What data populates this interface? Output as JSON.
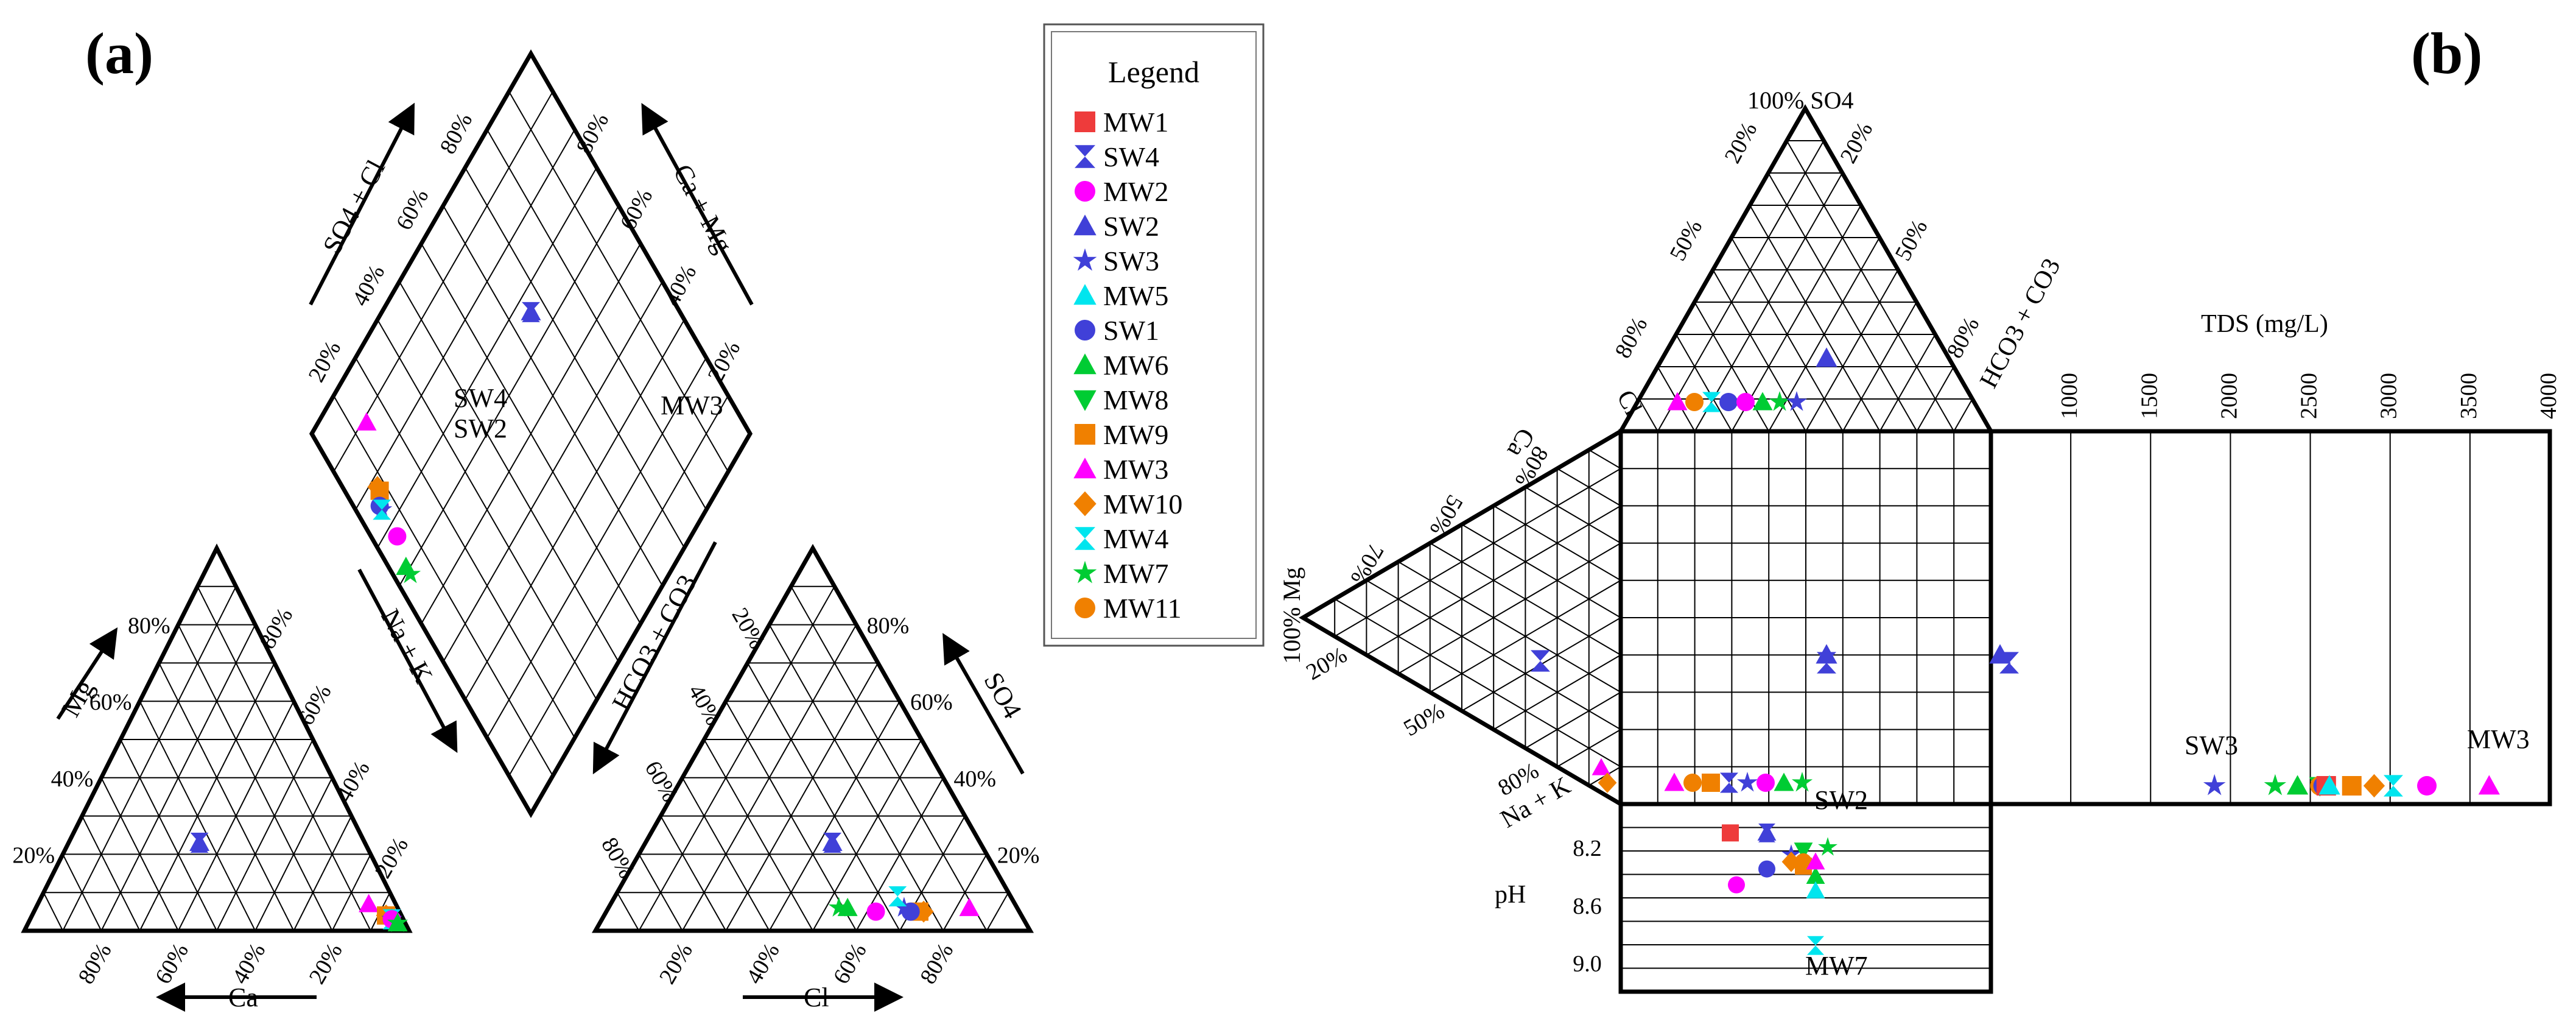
{
  "panels": {
    "a": "(a)",
    "b": "(b)"
  },
  "legend": {
    "title": "Legend",
    "items": [
      {
        "name": "MW1",
        "color": "#ee3b3b",
        "marker": "square"
      },
      {
        "name": "SW4",
        "color": "#4040d8",
        "marker": "hourglass"
      },
      {
        "name": "MW2",
        "color": "#ff00ff",
        "marker": "circle"
      },
      {
        "name": "SW2",
        "color": "#4040d8",
        "marker": "triangle-up"
      },
      {
        "name": "SW3",
        "color": "#4040d8",
        "marker": "star"
      },
      {
        "name": "MW5",
        "color": "#00e5ee",
        "marker": "triangle-up"
      },
      {
        "name": "SW1",
        "color": "#4040d8",
        "marker": "circle"
      },
      {
        "name": "MW6",
        "color": "#00cc33",
        "marker": "triangle-up"
      },
      {
        "name": "MW8",
        "color": "#00cc33",
        "marker": "triangle-down"
      },
      {
        "name": "MW9",
        "color": "#f08000",
        "marker": "square"
      },
      {
        "name": "MW3",
        "color": "#ff00ff",
        "marker": "triangle-up"
      },
      {
        "name": "MW10",
        "color": "#f08000",
        "marker": "diamond"
      },
      {
        "name": "MW4",
        "color": "#00e5ee",
        "marker": "hourglass"
      },
      {
        "name": "MW7",
        "color": "#00cc33",
        "marker": "star"
      },
      {
        "name": "MW11",
        "color": "#f08000",
        "marker": "circle"
      }
    ]
  },
  "labels": {
    "a_mg": "Mg",
    "a_ca": "Ca",
    "a_cl": "Cl",
    "a_so4": "SO4",
    "a_nak": "Na + K",
    "a_hco3": "HCO3 + CO3",
    "a_so4cl": "SO4 + Cl",
    "a_camg": "Ca + Mg",
    "b_so4top": "100% SO4",
    "b_cl": "Cl",
    "b_hco3": "HCO3 + CO3",
    "b_ca": "Ca",
    "b_mg": "100% Mg",
    "b_nak": "Na + K",
    "b_tds": "TDS (mg/L)",
    "b_ph": "pH"
  },
  "pct": {
    "p20": "20%",
    "p40": "40%",
    "p50": "50%",
    "p60": "60%",
    "p70": "70%",
    "p80": "80%"
  },
  "annotations": {
    "a_sw4": "SW4",
    "a_sw2": "SW2",
    "a_mw3": "MW3",
    "b_sw2": "SW2",
    "b_mw7": "MW7",
    "b_sw3": "SW3",
    "b_mw3": "MW3"
  },
  "chart_data": [
    {
      "type": "scatter",
      "title": "",
      "subtype": "piper-diagram",
      "cation_axes": [
        "Mg",
        "Ca",
        "Na + K"
      ],
      "anion_axes": [
        "SO4",
        "Cl",
        "HCO3 + CO3"
      ],
      "tick_labels": [
        "20%",
        "40%",
        "60%",
        "80%"
      ],
      "series": [
        {
          "name": "SW4",
          "cation_pct": {
            "Ca": 43,
            "Mg": 23,
            "NaK": 34
          },
          "anion_pct": {
            "Cl": 43,
            "SO4": 23,
            "HCO3": 34
          }
        },
        {
          "name": "SW2",
          "cation_pct": {
            "Ca": 43,
            "Mg": 23,
            "NaK": 34
          },
          "anion_pct": {
            "Cl": 43,
            "SO4": 23,
            "HCO3": 34
          }
        },
        {
          "name": "MW3",
          "cation_pct": {
            "Ca": 7,
            "Mg": 7,
            "NaK": 86
          },
          "anion_pct": {
            "Cl": 83,
            "SO4": 6,
            "HCO3": 11
          }
        },
        {
          "name": "MW10",
          "cation_pct": {
            "Ca": 4,
            "Mg": 4,
            "NaK": 92
          },
          "anion_pct": {
            "Cl": 73,
            "SO4": 5,
            "HCO3": 22
          }
        },
        {
          "name": "MW9",
          "cation_pct": {
            "Ca": 4,
            "Mg": 4,
            "NaK": 92
          },
          "anion_pct": {
            "Cl": 72,
            "SO4": 5,
            "HCO3": 23
          }
        },
        {
          "name": "SW3",
          "cation_pct": {
            "Ca": 3,
            "Mg": 3,
            "NaK": 94
          },
          "anion_pct": {
            "Cl": 68,
            "SO4": 6,
            "HCO3": 26
          }
        },
        {
          "name": "SW1",
          "cation_pct": {
            "Ca": 3,
            "Mg": 3,
            "NaK": 94
          },
          "anion_pct": {
            "Cl": 70,
            "SO4": 5,
            "HCO3": 25
          }
        },
        {
          "name": "MW4",
          "cation_pct": {
            "Ca": 3,
            "Mg": 3,
            "NaK": 94
          },
          "anion_pct": {
            "Cl": 65,
            "SO4": 9,
            "HCO3": 26
          }
        },
        {
          "name": "MW2",
          "cation_pct": {
            "Ca": 3,
            "Mg": 3,
            "NaK": 94
          },
          "anion_pct": {
            "Cl": 62,
            "SO4": 5,
            "HCO3": 33
          }
        },
        {
          "name": "MW6",
          "cation_pct": {
            "Ca": 2,
            "Mg": 2,
            "NaK": 96
          },
          "anion_pct": {
            "Cl": 55,
            "SO4": 6,
            "HCO3": 39
          }
        },
        {
          "name": "MW7",
          "cation_pct": {
            "Ca": 2,
            "Mg": 2,
            "NaK": 96
          },
          "anion_pct": {
            "Cl": 53,
            "SO4": 6,
            "HCO3": 41
          }
        }
      ]
    },
    {
      "type": "scatter",
      "title": "",
      "subtype": "durov-diagram",
      "x_label": "TDS (mg/L)",
      "x_ticks": [
        1000,
        1500,
        2000,
        2500,
        3000,
        3500,
        4000
      ],
      "ph_ticks": [
        8.2,
        8.6,
        9.0
      ],
      "ph_label": "pH",
      "series": [
        {
          "name": "SW3",
          "tds": 1900,
          "ph": 8.25
        },
        {
          "name": "MW7",
          "tds": 2280,
          "ph": 8.2
        },
        {
          "name": "MW6",
          "tds": 2420,
          "ph": 8.4
        },
        {
          "name": "MW8",
          "tds": 2560,
          "ph": 8.22
        },
        {
          "name": "MW11",
          "tds": 2560,
          "ph": 8.3
        },
        {
          "name": "SW1",
          "tds": 2580,
          "ph": 8.35
        },
        {
          "name": "MW1",
          "tds": 2600,
          "ph": 8.1
        },
        {
          "name": "MW5",
          "tds": 2620,
          "ph": 8.5
        },
        {
          "name": "MW9",
          "tds": 2760,
          "ph": 8.33
        },
        {
          "name": "MW10",
          "tds": 2900,
          "ph": 8.3
        },
        {
          "name": "MW4",
          "tds": 3020,
          "ph": 8.88
        },
        {
          "name": "MW2",
          "tds": 3230,
          "ph": 8.46
        },
        {
          "name": "MW3",
          "tds": 3620,
          "ph": 8.3
        },
        {
          "name": "SW2",
          "tds": 580,
          "ph": 8.1
        },
        {
          "name": "SW4",
          "tds": 580,
          "ph": 8.1
        }
      ]
    }
  ]
}
